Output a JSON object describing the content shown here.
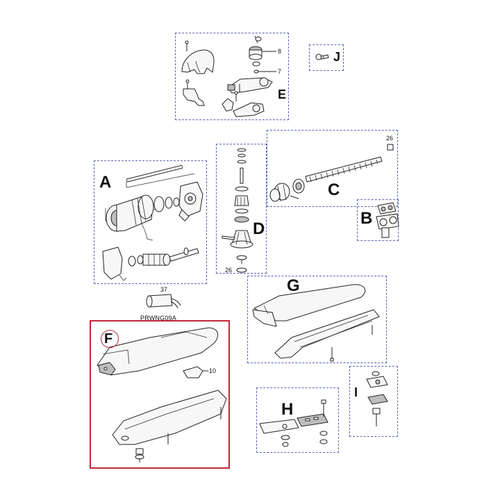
{
  "groups": {
    "A": "A",
    "B": "B",
    "C": "C",
    "D": "D",
    "E": "E",
    "F": "F",
    "G": "G",
    "H": "H",
    "I": "I",
    "J": "J"
  },
  "part_numbers": {
    "p8": "8",
    "p7": "7",
    "p26_c": "26",
    "p26_d": "26",
    "p37": "37",
    "p10": "10"
  },
  "codes": {
    "capacitor_code": "PRWNG09A"
  },
  "colors": {
    "group_border": "#5a63b8",
    "selected_border": "#c0283a",
    "line_art": "#222222"
  }
}
